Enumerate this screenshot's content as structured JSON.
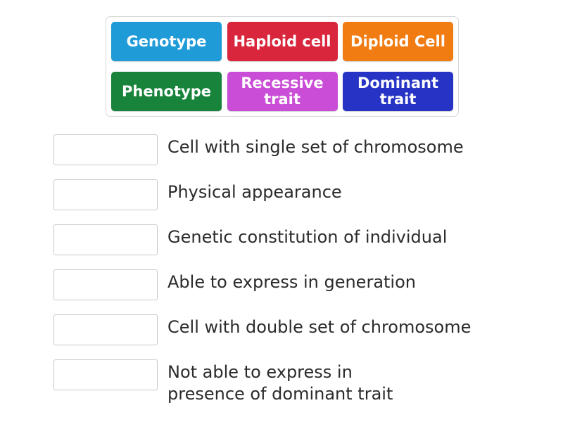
{
  "activity": {
    "type": "match-up",
    "background_color": "#ffffff",
    "text_color": "#2b2b2b"
  },
  "tile_tray": {
    "border_color": "#d8d8d8",
    "rows": [
      [
        {
          "label": "Genotype",
          "color": "#1f9bd8",
          "name": "tile-genotype"
        },
        {
          "label": "Haploid cell",
          "color": "#d9263c",
          "name": "tile-haploid-cell"
        },
        {
          "label": "Diploid Cell",
          "color": "#f07c12",
          "name": "tile-diploid-cell"
        }
      ],
      [
        {
          "label": "Phenotype",
          "color": "#18833a",
          "name": "tile-phenotype"
        },
        {
          "label": "Recessive\ntrait",
          "color": "#c94dd6",
          "name": "tile-recessive-trait"
        },
        {
          "label": "Dominant\ntrait",
          "color": "#2633c4",
          "name": "tile-dominant-trait"
        }
      ]
    ]
  },
  "answers": {
    "drop_zone_border_color": "#c9c9c9",
    "items": [
      {
        "text": "Cell with single set of chromosome",
        "value": ""
      },
      {
        "text": "Physical appearance",
        "value": ""
      },
      {
        "text": "Genetic constitution of individual",
        "value": ""
      },
      {
        "text": "Able to express in generation",
        "value": ""
      },
      {
        "text": "Cell with double set of chromosome",
        "value": ""
      },
      {
        "text": "Not able to express in\npresence of dominant trait",
        "value": ""
      }
    ]
  }
}
